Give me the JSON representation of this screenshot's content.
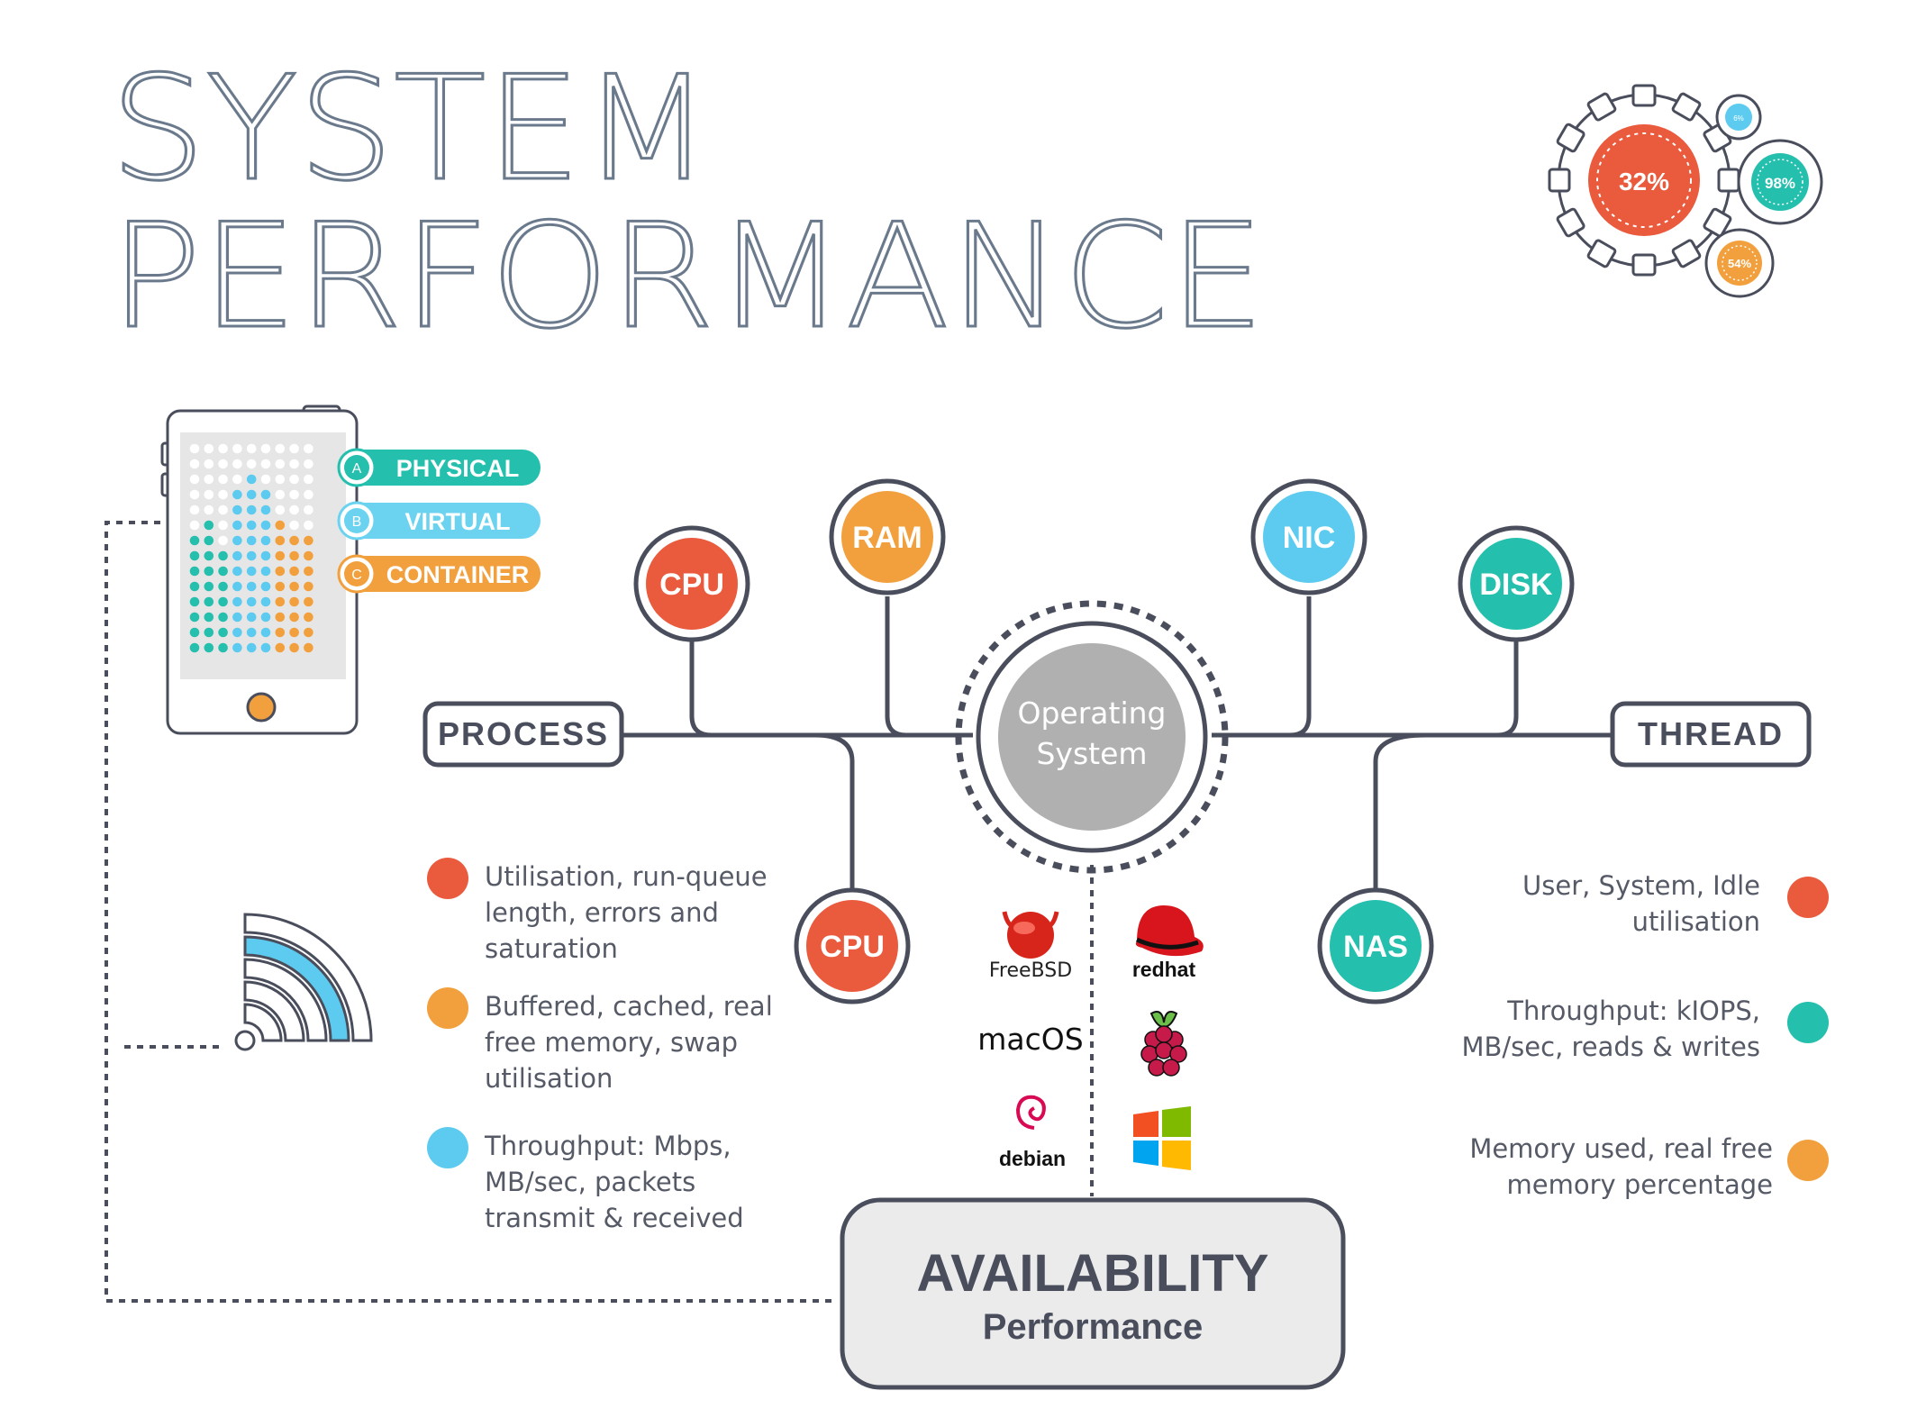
{
  "title": {
    "line1": "SYSTEM",
    "line2": "PERFORMANCE"
  },
  "gauges": {
    "large": "32%",
    "teal": "98%",
    "orange": "54%",
    "small": "6%"
  },
  "device_tiers": [
    {
      "letter": "A",
      "label": "PHYSICAL",
      "color": "#25bfae"
    },
    {
      "letter": "B",
      "label": "VIRTUAL",
      "color": "#6bd3f0"
    },
    {
      "letter": "C",
      "label": "CONTAINER",
      "color": "#f2a03d"
    }
  ],
  "center": {
    "line1": "Operating",
    "line2": "System"
  },
  "left_branch": "PROCESS",
  "right_branch": "THREAD",
  "nodes": {
    "cpu_top": "CPU",
    "ram": "RAM",
    "nic": "NIC",
    "disk": "DISK",
    "cpu_bottom": "CPU",
    "nas": "NAS"
  },
  "os_logos": {
    "freebsd": "FreeBSD",
    "redhat": "redhat",
    "macos": "macOS",
    "raspberry": "raspberry-pi-icon",
    "debian": "debian",
    "windows": "windows-icon"
  },
  "left_legend": [
    {
      "color": "#ea5a3d",
      "lines": [
        "Utilisation, run-queue",
        "length, errors and",
        "saturation"
      ]
    },
    {
      "color": "#f2a03d",
      "lines": [
        "Buffered, cached, real",
        "free memory, swap",
        "utilisation"
      ]
    },
    {
      "color": "#5ccbef",
      "lines": [
        "Throughput: Mbps,",
        "MB/sec, packets",
        "transmit & received"
      ]
    }
  ],
  "right_legend": [
    {
      "color": "#ea5a3d",
      "lines": [
        "User, System, Idle",
        "utilisation"
      ]
    },
    {
      "color": "#25bfae",
      "lines": [
        "Throughput: kIOPS,",
        "MB/sec, reads & writes"
      ]
    },
    {
      "color": "#f2a03d",
      "lines": [
        "Memory used, real free",
        "memory percentage"
      ]
    }
  ],
  "availability": {
    "title": "AVAILABILITY",
    "subtitle": "Performance"
  },
  "colors": {
    "red": "#ea5a3d",
    "orange": "#f2a03d",
    "teal": "#25bfae",
    "blue": "#5ccbef",
    "dark": "#4a4e5c",
    "title": "#6a7a8c"
  }
}
